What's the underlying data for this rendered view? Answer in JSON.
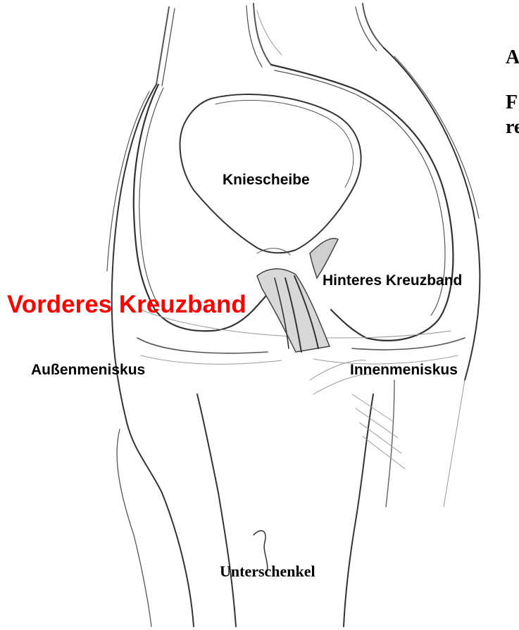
{
  "labels": {
    "patella": "Kniescheibe",
    "pcl": "Hinteres Kreuzband",
    "acl": "Vorderes Kreuzband",
    "lateral_meniscus": "Außenmeniskus",
    "medial_meniscus": "Innenmeniskus",
    "lower_leg": "Unterschenkel"
  },
  "partial_text": {
    "line1": "A",
    "line2a": "F",
    "line2b": "re"
  },
  "colors": {
    "acl_label": "#ff0000",
    "text": "#000000",
    "sketch": "#555555"
  }
}
